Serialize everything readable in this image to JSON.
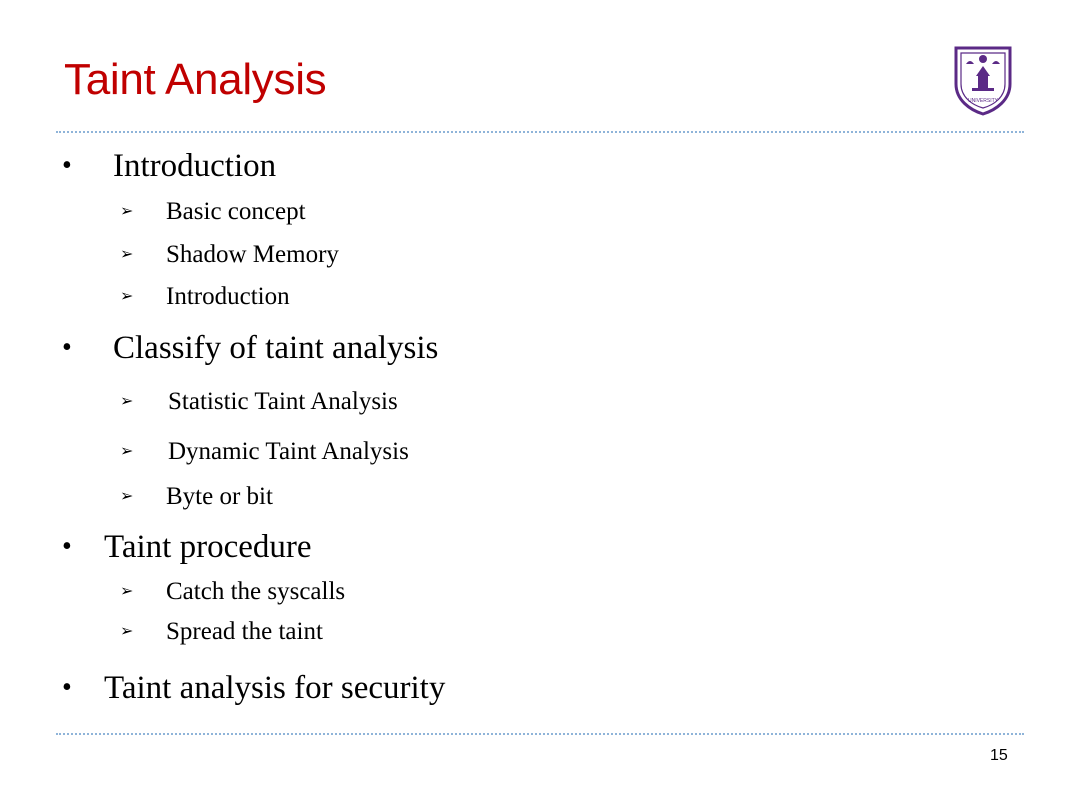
{
  "slide": {
    "title": "Taint Analysis",
    "page_number": "15",
    "title_color": "#c00000",
    "rule_color": "#8fb4d9",
    "logo": {
      "icon": "university-crest-icon",
      "color": "#5b2a86",
      "text": "UNIVERSITY"
    }
  },
  "outline": [
    {
      "label": "Introduction",
      "items": [
        "Basic concept",
        "Shadow Memory",
        "Introduction"
      ]
    },
    {
      "label": "Classify of taint analysis",
      "items": [
        "Statistic Taint Analysis",
        "Dynamic Taint Analysis",
        "Byte or bit"
      ]
    },
    {
      "label": "Taint procedure",
      "items": [
        "Catch the syscalls",
        "Spread the taint"
      ]
    },
    {
      "label": "Taint analysis for security",
      "items": []
    }
  ],
  "bullets": {
    "level1": "•",
    "level2": "➢"
  }
}
